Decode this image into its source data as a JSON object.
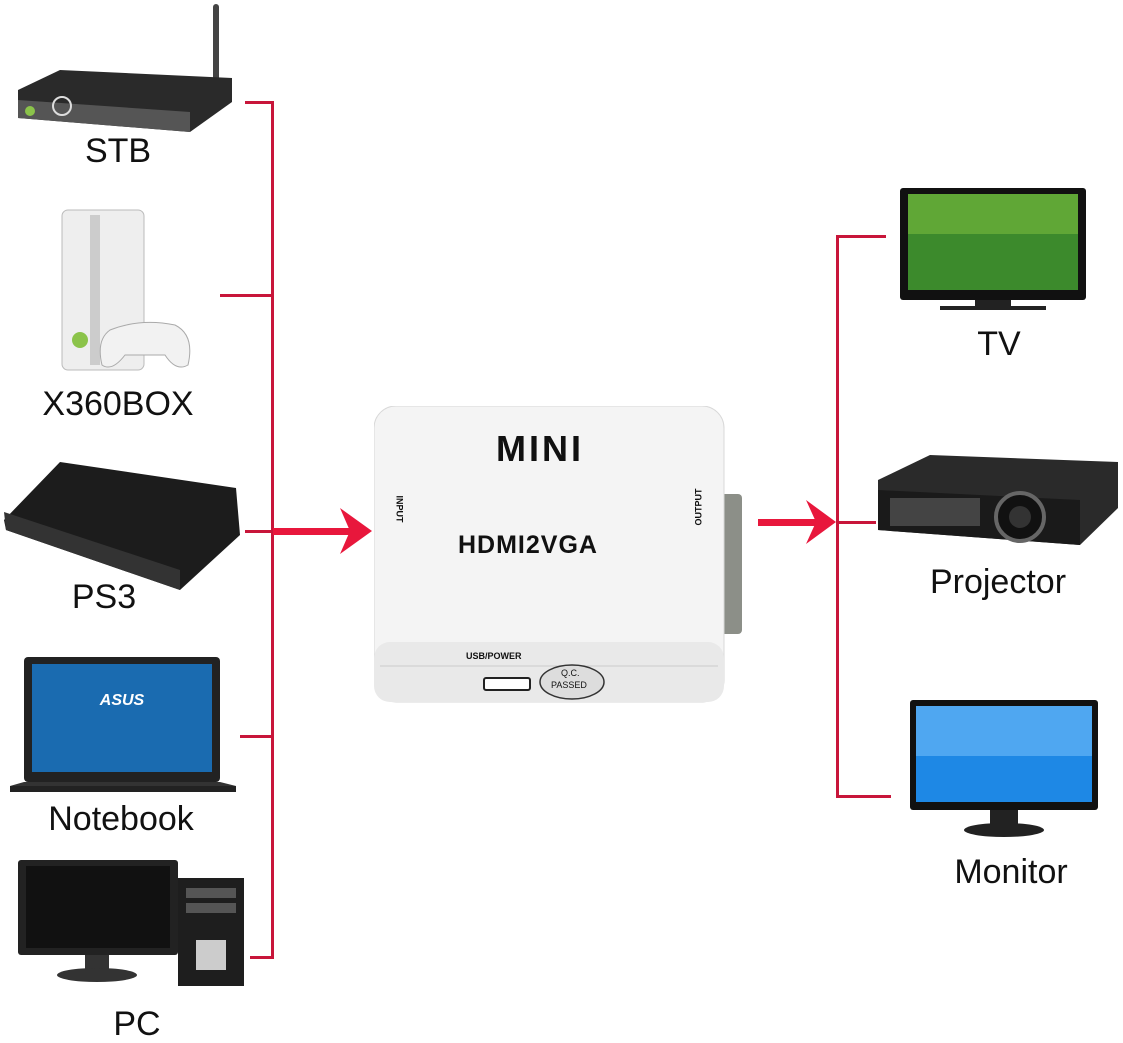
{
  "sources": [
    {
      "label": "STB",
      "icon": "set-top-box-icon"
    },
    {
      "label": "X360BOX",
      "icon": "game-console-icon"
    },
    {
      "label": "PS3",
      "icon": "ps3-console-icon"
    },
    {
      "label": "Notebook",
      "icon": "laptop-icon"
    },
    {
      "label": "PC",
      "icon": "desktop-pc-icon"
    }
  ],
  "outputs": [
    {
      "label": "TV",
      "icon": "tv-icon"
    },
    {
      "label": "Projector",
      "icon": "projector-icon"
    },
    {
      "label": "Monitor",
      "icon": "monitor-icon"
    }
  ],
  "adapter": {
    "brand": "MINI",
    "model": "HDMI2VGA",
    "input_label": "INPUT",
    "output_label": "OUTPUT",
    "usb_label": "USB/POWER",
    "qc_label_1": "Q.C.",
    "qc_label_2": "PASSED"
  },
  "colors": {
    "line": "#c8163a",
    "arrow": "#e8173c"
  }
}
